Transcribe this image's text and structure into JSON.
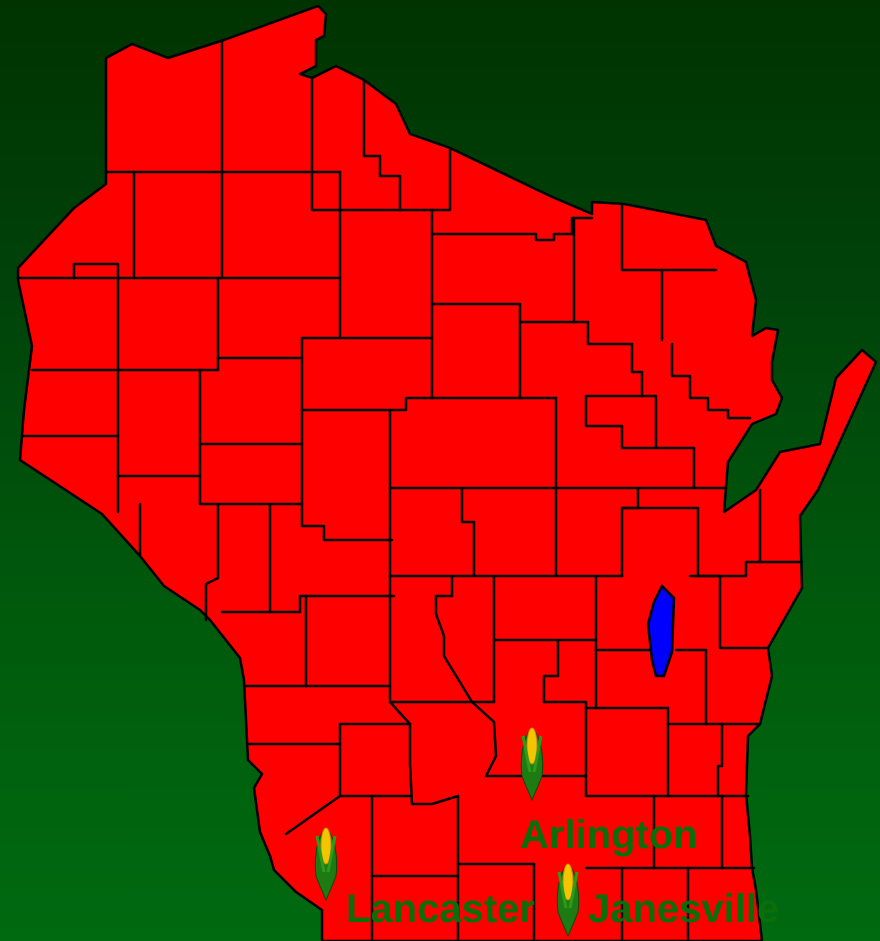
{
  "map": {
    "colors": {
      "land": "#ff0000",
      "border": "#000000",
      "lake": "#0000ff",
      "label": "#0a6e0a",
      "background_top": "#003300",
      "background_bottom": "#006a10"
    },
    "markers": [
      {
        "id": "arlington",
        "label": "Arlington",
        "icon": "corn-icon"
      },
      {
        "id": "lancaster",
        "label": "Lancaster",
        "icon": "corn-icon"
      },
      {
        "id": "janesville",
        "label": "Janesville",
        "icon": "corn-icon"
      }
    ]
  }
}
